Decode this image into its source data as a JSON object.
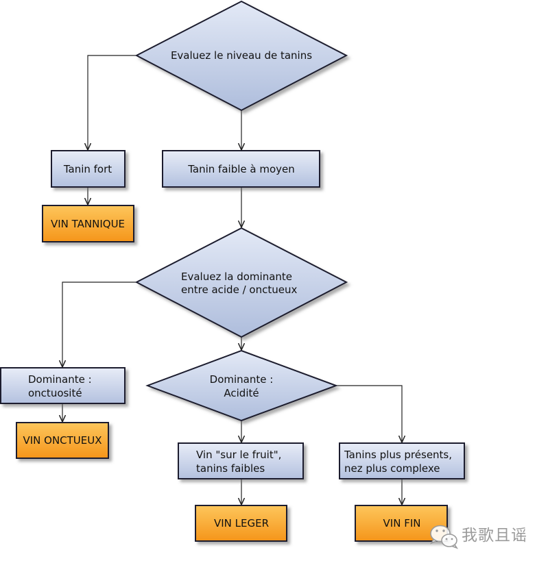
{
  "colors": {
    "step_fill_top": "#e7ecf7",
    "step_fill_bottom": "#b3c1df",
    "decision_fill_top": "#e3e9f6",
    "decision_fill_bottom": "#aebddc",
    "result_fill_top": "#fdc65c",
    "result_fill_bottom": "#f5951a",
    "border": "#1c1e2e",
    "connector": "#222222",
    "text": "#111111",
    "watermark": "#9a9a9a"
  },
  "decisions": {
    "tannin_level": [
      "Evaluez le niveau de tanins"
    ],
    "dominant": [
      "Evaluez la dominante",
      "entre acide / onctueux"
    ],
    "acidity": [
      "Dominante :",
      "Acidité"
    ]
  },
  "steps": {
    "tanin_fort": [
      "Tanin fort"
    ],
    "tanin_faible": [
      "Tanin faible à moyen"
    ],
    "onctuosite": [
      "Dominante :",
      "onctuosité"
    ],
    "sur_le_fruit": [
      "Vin \"sur le fruit\",",
      "tanins faibles"
    ],
    "tanins_presents": [
      "Tanins plus présents,",
      "nez plus complexe"
    ]
  },
  "results": {
    "tannique": "VIN TANNIQUE",
    "onctueux": "VIN ONCTUEUX",
    "leger": "VIN LEGER",
    "fin": "VIN FIN"
  },
  "watermark": {
    "icon": "wechat-icon",
    "text": "我歌且谣"
  }
}
